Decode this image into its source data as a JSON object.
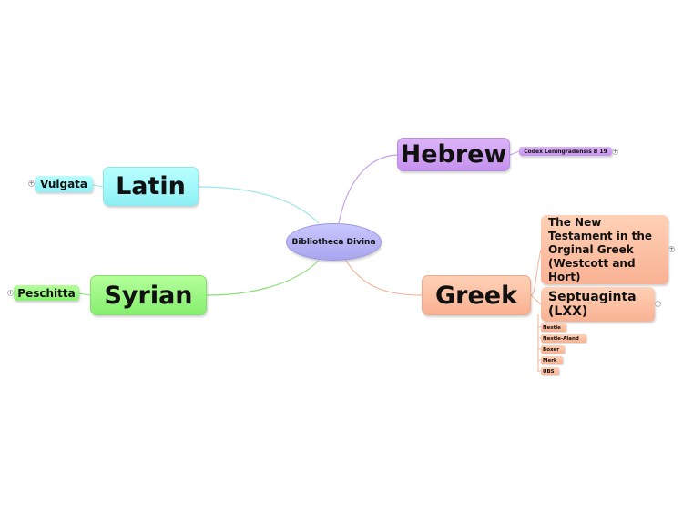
{
  "map": {
    "root": "Bibliotheca Divina",
    "hebrew": {
      "label": "Hebrew",
      "children": [
        "Codex Leningradensis B 19"
      ]
    },
    "latin": {
      "label": "Latin",
      "children": [
        "Vulgata"
      ]
    },
    "syrian": {
      "label": "Syrian",
      "children": [
        "Peschitta"
      ]
    },
    "greek": {
      "label": "Greek",
      "children": [
        "The New Testament in the Orginal Greek (Westcott and Hort)",
        "Septuaginta (LXX)"
      ],
      "leaves": [
        "Nestle",
        "Nestle-Aland",
        "Boxer",
        "Merk",
        "UBS"
      ]
    }
  },
  "colors": {
    "root": "#b8b5f5",
    "hebrew": "#d0a2f3",
    "latin": "#a3f7fa",
    "syrian": "#9df785",
    "greek": "#fcc2a5",
    "link_hebrew": "#c9a2ea",
    "link_latin": "#9fe6ee",
    "link_syrian": "#8fdd7a",
    "link_greek": "#f1b49a"
  },
  "icons": {
    "expander": "plus-icon"
  }
}
